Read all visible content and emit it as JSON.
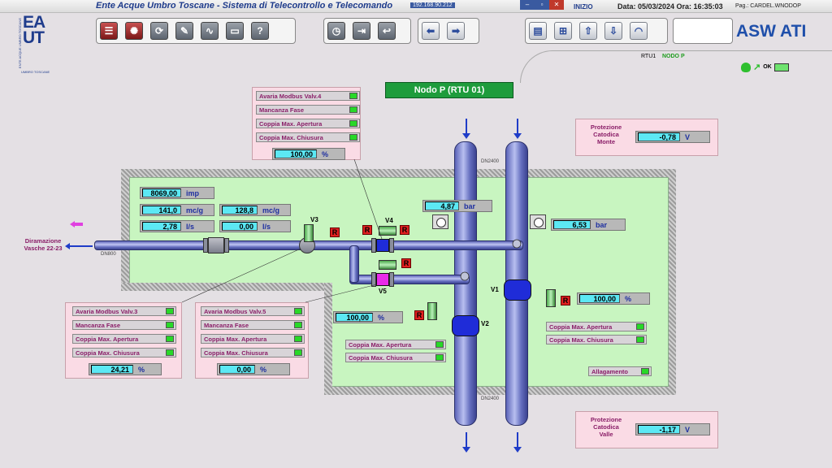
{
  "header": {
    "app_title": "Ente Acque Umbro Toscane - Sistema di Telecontrollo e Telecomando",
    "ip": "192.168.90.212",
    "inizio": "INIZIO",
    "date_text": "Data: 05/03/2024  Ora: 16:35:03",
    "page_text": "Pag.: CARDEL.WNODOP"
  },
  "logo": {
    "letters": "EA\nU T",
    "side_text": "ENTE ACQUE UMBRO TOSCANE",
    "sub_text": "UMBRO TOSCANE"
  },
  "brand": "ASW ATI",
  "status": {
    "rtu": "RTU1",
    "node": "NODO P",
    "ok": "OK"
  },
  "title": "Nodo P  (RTU 01)",
  "toolbar": {
    "group1": [
      {
        "name": "alarm-list-icon",
        "glyph": "☰"
      },
      {
        "name": "alarm-bell-icon",
        "glyph": "✺"
      },
      {
        "name": "refresh-icon",
        "glyph": "⟳"
      },
      {
        "name": "edit-icon",
        "glyph": "✎"
      },
      {
        "name": "trend-icon",
        "glyph": "∿"
      },
      {
        "name": "printer-icon",
        "glyph": "▭"
      },
      {
        "name": "help-icon",
        "glyph": "?"
      }
    ],
    "group2": [
      {
        "name": "clock-icon",
        "glyph": "◷"
      },
      {
        "name": "exit-icon",
        "glyph": "⇥"
      },
      {
        "name": "back-curve-icon",
        "glyph": "↩"
      }
    ],
    "group3": [
      {
        "name": "arrow-left-icon",
        "glyph": "⬅"
      },
      {
        "name": "arrow-right-icon",
        "glyph": "➡"
      }
    ],
    "group4": [
      {
        "name": "document-icon",
        "glyph": "▤"
      },
      {
        "name": "network-icon",
        "glyph": "⊞"
      },
      {
        "name": "upload-icon",
        "glyph": "⇧"
      },
      {
        "name": "download-icon",
        "glyph": "⇩"
      },
      {
        "name": "gauge-icon",
        "glyph": "◠"
      }
    ]
  },
  "panel_v4": {
    "alarms": [
      "Avaria Modbus Valv.4",
      "Mancanza Fase",
      "Coppia Max. Apertura",
      "Coppia Max. Chiusura"
    ],
    "value": "100,00",
    "unit": "%"
  },
  "panel_v3": {
    "alarms": [
      "Avaria Modbus Valv.3",
      "Mancanza Fase",
      "Coppia Max. Apertura",
      "Coppia Max. Chiusura"
    ],
    "value": "24,21",
    "unit": "%"
  },
  "panel_v5": {
    "alarms": [
      "Avaria Modbus Valv.5",
      "Mancanza Fase",
      "Coppia Max. Apertura",
      "Coppia Max. Chiusura"
    ],
    "value": "0,00",
    "unit": "%"
  },
  "prot_monte": {
    "label": "Protezione\nCatodica\nMonte",
    "value": "-0,78",
    "unit": "V"
  },
  "prot_valle": {
    "label": "Protezione\nCatodica\nValle",
    "value": "-1,17",
    "unit": "V"
  },
  "meters": {
    "imp": {
      "value": "8069,00",
      "unit": "imp"
    },
    "mcg1": {
      "value": "141,0",
      "unit": "mc/g"
    },
    "ls1": {
      "value": "2,78",
      "unit": "l/s"
    },
    "mcg2": {
      "value": "128,8",
      "unit": "mc/g"
    },
    "ls2": {
      "value": "0,00",
      "unit": "l/s"
    }
  },
  "pressure1": {
    "value": "4,87",
    "unit": "bar"
  },
  "pressure2": {
    "value": "6,53",
    "unit": "bar"
  },
  "v2_pct": {
    "value": "100,00",
    "unit": "%"
  },
  "v1_pct": {
    "value": "100,00",
    "unit": "%"
  },
  "v2_alarms": [
    "Coppia Max. Apertura",
    "Coppia Max. Chiusura"
  ],
  "v1_alarms": [
    "Coppia Max. Apertura",
    "Coppia Max. Chiusura"
  ],
  "allagamento": "Allagamento",
  "diramazione": "Diramazione\nVasche 22-23",
  "labels": {
    "dn2400_top": "DN2400",
    "dn2400_bottom": "DN2400",
    "dn800": "DN800",
    "v1": "V1",
    "v2": "V2",
    "v3": "V3",
    "v4": "V4",
    "v5": "V5",
    "r": "R"
  },
  "colors": {
    "led_green": "#28d828",
    "value_cyan": "#5ce8f4",
    "panel_green": "#c8f5c0",
    "alarm_pink": "#fadbe5"
  }
}
